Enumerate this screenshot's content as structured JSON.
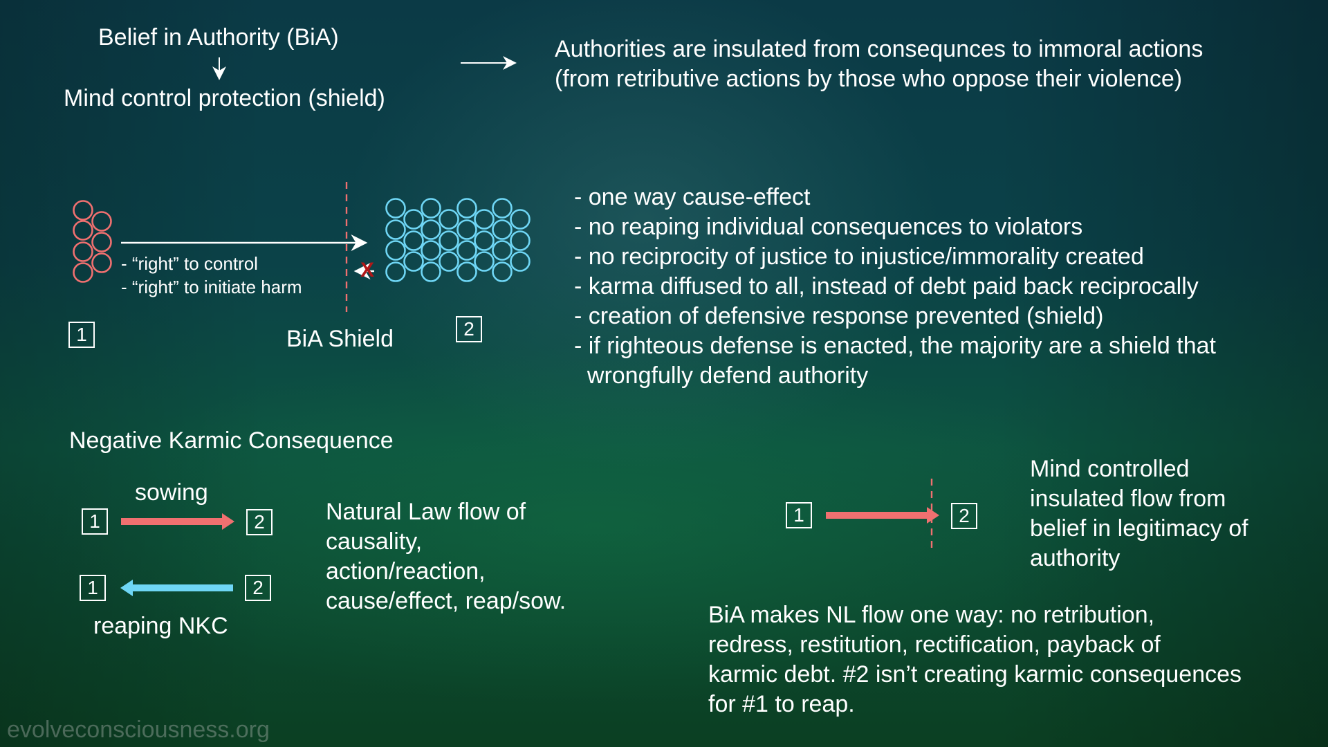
{
  "header": {
    "bia_title": "Belief in Authority (BiA)",
    "shield_title": "Mind control protection (shield)",
    "consequence_lines": [
      "Authorities are insulated from consequnces to immoral actions",
      "(from retributive actions by those who oppose their violence)"
    ]
  },
  "shield_diagram": {
    "claims": [
      "- “right” to control",
      "- “right” to initiate harm"
    ],
    "box1": "1",
    "box2": "2",
    "shield_label": "BiA Shield",
    "blocked_mark": "X"
  },
  "bullets": [
    "- one way cause-effect",
    "- no reaping individual consequences to violators",
    "- no reciprocity of justice to injustice/immorality created",
    "- karma diffused to all, instead of debt paid back reciprocally",
    "- creation of defensive response prevented (shield)",
    "- if righteous defense is enacted, the majority are a shield that",
    "  wrongfully defend authority"
  ],
  "nkc": {
    "title": "Negative Karmic Consequence",
    "sowing": "sowing",
    "reaping": "reaping NKC",
    "box1": "1",
    "box2": "2",
    "natural_law_lines": [
      "Natural Law flow of",
      "causality,",
      "action/reaction,",
      "cause/effect, reap/sow."
    ]
  },
  "insulated": {
    "box1": "1",
    "box2": "2",
    "description_lines": [
      "Mind controlled",
      "insulated flow from",
      "belief in legitimacy of",
      "authority"
    ]
  },
  "summary_lines": [
    "BiA makes NL flow one way: no retribution,",
    "redress, restitution, rectification, payback of",
    "karmic debt. #2 isn’t creating karmic consequences",
    "for #1 to reap."
  ],
  "watermark": "evolveconsciousness.org",
  "colors": {
    "red": "#f07070",
    "blue": "#6fd6f5",
    "x_red": "#b01818"
  }
}
